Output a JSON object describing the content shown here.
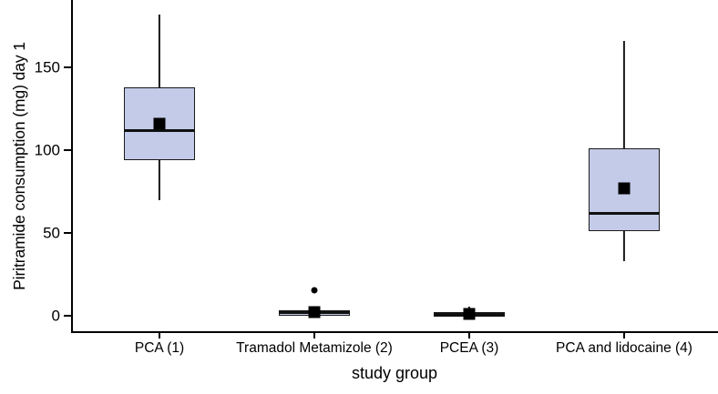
{
  "chart_data": {
    "type": "box",
    "title": "",
    "xlabel": "study group",
    "ylabel": "Piritramide consumption (mg) day 1",
    "categories": [
      "PCA (1)",
      "Tramadol Metamizole (2)",
      "PCEA (3)",
      "PCA and lidocaine (4)"
    ],
    "ylim": [
      -6,
      190
    ],
    "yticks": [
      0,
      50,
      100,
      150
    ],
    "ytick_labels": [
      "0",
      "50",
      "100",
      "150"
    ],
    "grid": false,
    "legend": false,
    "boxes": [
      {
        "category": "PCA (1)",
        "whisker_low": 70,
        "q1": 94,
        "median": 112,
        "q3": 138,
        "whisker_high": 182,
        "mean": 116,
        "outliers": []
      },
      {
        "category": "Tramadol Metamizole (2)",
        "whisker_low": 0,
        "q1": 0,
        "median": 2,
        "q3": 3.5,
        "whisker_high": 4,
        "mean": 2,
        "outliers": [
          15.5
        ]
      },
      {
        "category": "PCEA (3)",
        "whisker_low": 0,
        "q1": 0,
        "median": 0.5,
        "q3": 2,
        "whisker_high": 5.5,
        "mean": 1,
        "outliers": []
      },
      {
        "category": "PCA and lidocaine (4)",
        "whisker_low": 33,
        "q1": 51,
        "median": 62,
        "q3": 101,
        "whisker_high": 166,
        "mean": 77,
        "outliers": []
      }
    ],
    "colors": {
      "box_fill": "#c3cbe8",
      "box_border": "#1a1a1a",
      "median_line": "#111111",
      "mean_marker": "#000000",
      "axis": "#000000",
      "background": "#ffffff"
    }
  }
}
